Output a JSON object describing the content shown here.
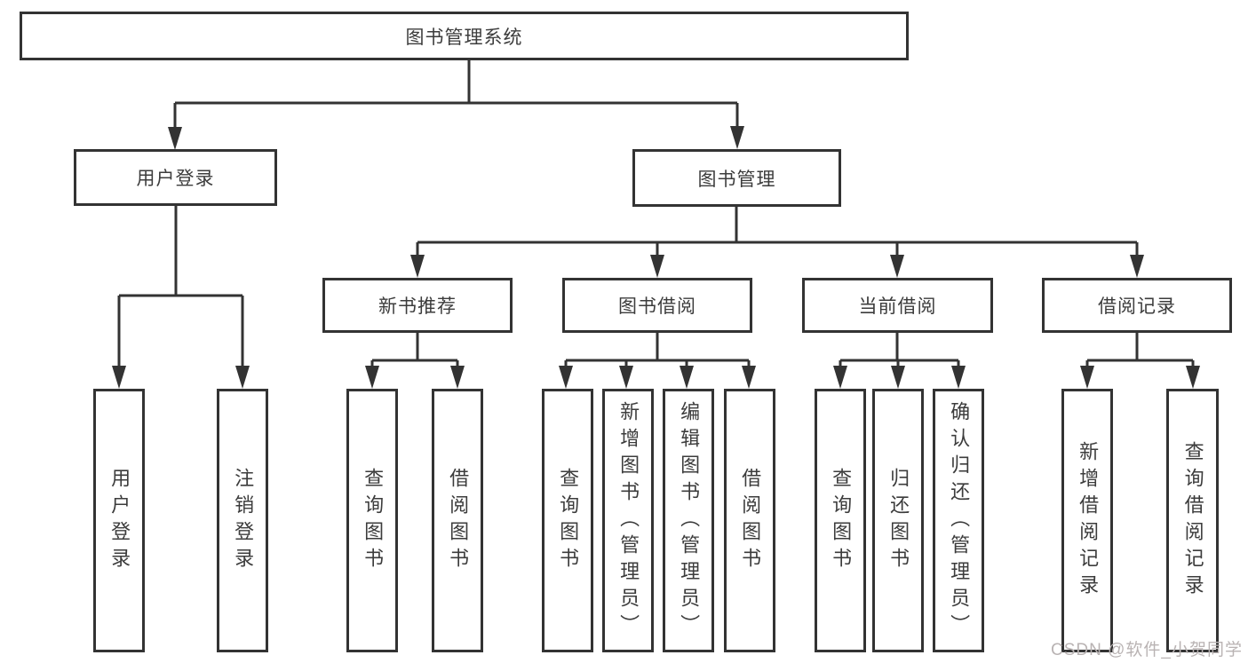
{
  "diagram": {
    "root": {
      "label": "图书管理系统"
    },
    "level2": [
      {
        "label": "用户登录"
      },
      {
        "label": "图书管理"
      }
    ],
    "level3": [
      {
        "label": "新书推荐",
        "parent": "图书管理"
      },
      {
        "label": "图书借阅",
        "parent": "图书管理"
      },
      {
        "label": "当前借阅",
        "parent": "图书管理"
      },
      {
        "label": "借阅记录",
        "parent": "图书管理"
      }
    ],
    "leaves": [
      {
        "label": "用户登录",
        "parent": "用户登录"
      },
      {
        "label": "注销登录",
        "parent": "用户登录"
      },
      {
        "label": "查询图书",
        "parent": "新书推荐"
      },
      {
        "label": "借阅图书",
        "parent": "新书推荐"
      },
      {
        "label": "查询图书",
        "parent": "图书借阅"
      },
      {
        "label": "新增图书（管理员）",
        "parent": "图书借阅"
      },
      {
        "label": "编辑图书（管理员）",
        "parent": "图书借阅"
      },
      {
        "label": "借阅图书",
        "parent": "图书借阅"
      },
      {
        "label": "查询图书",
        "parent": "当前借阅"
      },
      {
        "label": "归还图书",
        "parent": "当前借阅"
      },
      {
        "label": "确认归还（管理员）",
        "parent": "当前借阅"
      },
      {
        "label": "新增借阅记录",
        "parent": "借阅记录"
      },
      {
        "label": "查询借阅记录",
        "parent": "借阅记录"
      }
    ]
  },
  "watermark": {
    "text": "CSDN @软件_小贺同学"
  },
  "colors": {
    "line": "#333333",
    "text": "#3c3c3c",
    "background": "#ffffff",
    "watermark": "#b9b3b3"
  }
}
